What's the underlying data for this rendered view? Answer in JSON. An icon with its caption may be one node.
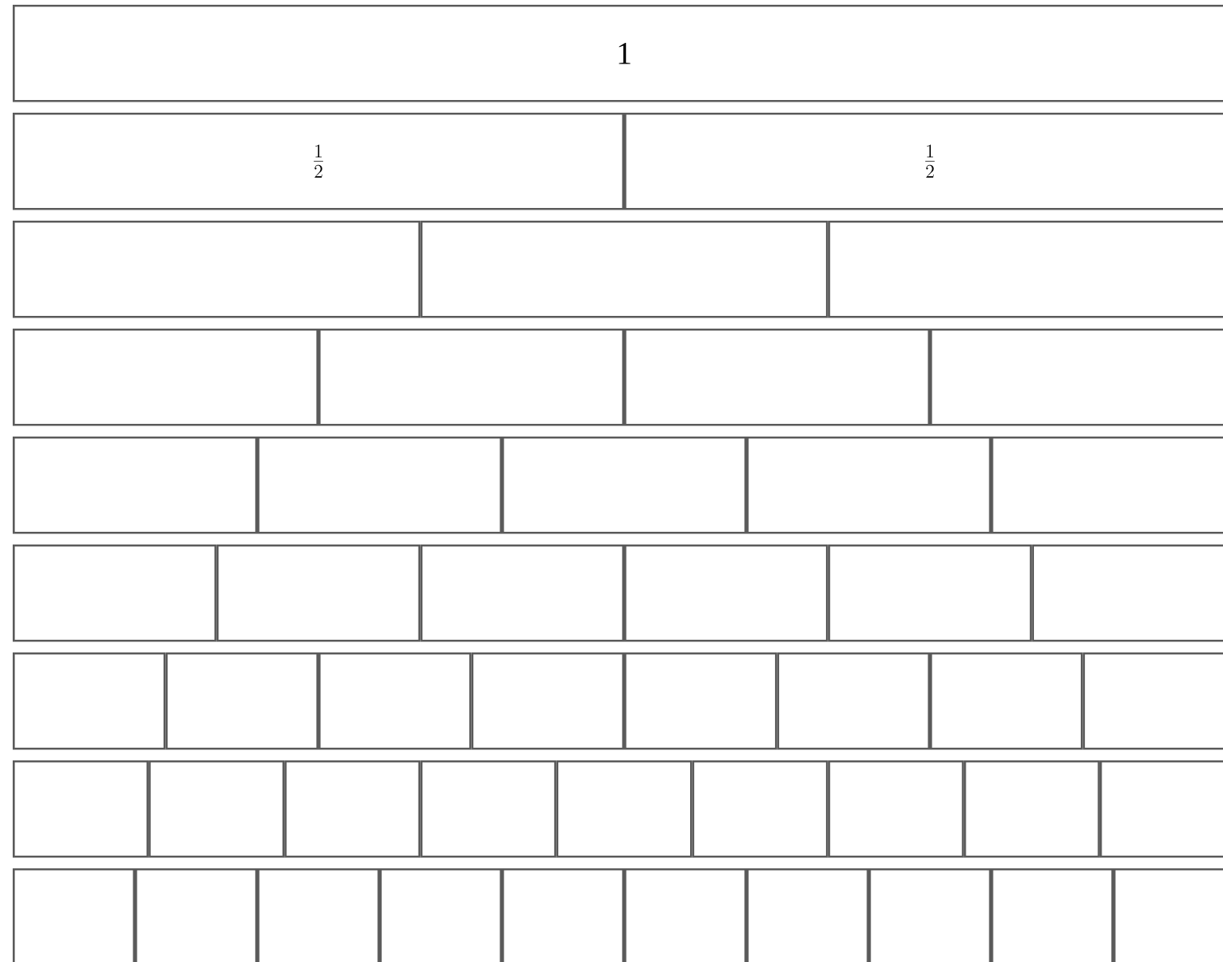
{
  "diagram": {
    "nodes": [
      {
        "text": [
          "1"
        ]
      },
      {
        "text": [
          "\\frac{1}{2}"
        ]
      },
      {
        "text": [
          "\\frac{1}{2}"
        ]
      },
      {
        "text": [],
        "shape": "box"
      },
      {
        "text": [],
        "shape": "box"
      },
      {
        "text": [],
        "shape": "box"
      },
      {
        "text": [],
        "shape": "box"
      },
      {
        "text": [],
        "shape": "box"
      },
      {
        "text": [],
        "shape": "box"
      },
      {
        "text": [],
        "shape": "box"
      },
      {
        "text": [],
        "shape": "box"
      },
      {
        "text": [],
        "shape": "box"
      },
      {
        "text": [],
        "shape": "box"
      },
      {
        "text": [],
        "shape": "box"
      },
      {
        "text": [],
        "shape": "box"
      },
      {
        "text": [],
        "shape": "box"
      },
      {
        "text": [],
        "shape": "box"
      },
      {
        "text": [],
        "shape": "box"
      },
      {
        "text": [],
        "shape": "box"
      },
      {
        "text": [],
        "shape": "box"
      },
      {
        "text": [],
        "shape": "box"
      },
      {
        "text": [],
        "shape": "box"
      },
      {
        "text": [],
        "shape": "box"
      },
      {
        "text": [],
        "shape": "box"
      },
      {
        "text": [],
        "shape": "box"
      },
      {
        "text": [],
        "shape": "box"
      },
      {
        "text": [],
        "shape": "box"
      },
      {
        "text": [],
        "shape": "box"
      },
      {
        "text": [],
        "shape": "box"
      },
      {
        "text": [],
        "shape": "box"
      },
      {
        "text": [],
        "shape": "box"
      },
      {
        "text": [],
        "shape": "box"
      },
      {
        "text": [],
        "shape": "box"
      },
      {
        "text": [],
        "shape": "box"
      },
      {
        "text": [],
        "shape": "box"
      },
      {
        "text": [],
        "shape": "box"
      },
      {
        "text": [],
        "shape": "box"
      },
      {
        "text": [],
        "shape": "box"
      },
      {
        "text": [],
        "shape": "box"
      },
      {
        "text": [],
        "shape": "box"
      },
      {
        "text": [],
        "shape": "box"
      },
      {
        "text": [],
        "shape": "box"
      },
      {
        "text": [],
        "shape": "box"
      },
      {
        "text": [],
        "shape": "box"
      },
      {
        "text": [],
        "shape": "box"
      },
      {
        "text": [],
        "shape": "box"
      },
      {
        "text": [],
        "shape": "box"
      },
      {
        "text": [],
        "shape": "box"
      }
    ]
  }
}
